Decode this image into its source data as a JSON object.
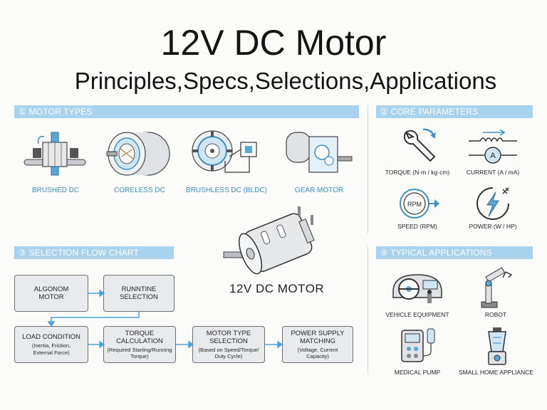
{
  "title": "12V DC Motor",
  "subtitle": "Principles,Specs,Selections,Applications",
  "motor_types": {
    "header": "① MOTOR TYPES",
    "items": [
      {
        "label": "BRUSHED DC",
        "icon": "brushed-dc-rotor-icon"
      },
      {
        "label": "CORELESS DC",
        "icon": "coreless-motor-icon"
      },
      {
        "label": "BRUSHLESS DC (BLDC)",
        "icon": "bldc-motor-icon"
      },
      {
        "label": "GEAR MOTOR",
        "icon": "gear-motor-icon"
      }
    ]
  },
  "core_parameters": {
    "header": "② CORE PARAMETERS",
    "items": [
      {
        "label": "TORQUE (N·m / kg·cm)",
        "icon": "wrench-icon"
      },
      {
        "label": "CURRENT (A / mA)",
        "icon": "ammeter-icon",
        "glyph": "A"
      },
      {
        "label": "SPEED (RPM)",
        "icon": "rpm-gauge-icon",
        "glyph": "RPM"
      },
      {
        "label": "POWER (W / HP)",
        "icon": "power-lightning-icon"
      }
    ]
  },
  "center": {
    "label": "12V DC MOTOR",
    "icon": "dc-motor-icon"
  },
  "selection_flow": {
    "header": "③ SELECTION FLOW CHART",
    "boxes": [
      {
        "title": "ALGONOM\nMOTOR",
        "sub": ""
      },
      {
        "title": "RUNNTINE\nSELECTION",
        "sub": ""
      },
      {
        "title": "LOAD CONDITION",
        "sub": "(Inertia, Friction,\nExternal Force)"
      },
      {
        "title": "TORQUE\nCALCULATION",
        "sub": "(Required Starting/Running\nTorque)"
      },
      {
        "title": "MOTOR TYPE\nSELECTION",
        "sub": "(Based on Speed/Torque/\nDuty Cycle)"
      },
      {
        "title": "POWER SUPPLY\nMATCHING",
        "sub": "(Voltage, Current\nCapacity)"
      }
    ]
  },
  "applications": {
    "header": "④ TYPICAL APPLICATIONS",
    "items": [
      {
        "label": "VEHICLE EQUIPMENT",
        "icon": "vehicle-dashboard-icon"
      },
      {
        "label": "ROBOT",
        "icon": "robot-arm-icon"
      },
      {
        "label": "MEDICAL PUMP",
        "icon": "infusion-pump-icon"
      },
      {
        "label": "SMALL HOME APPLIANCE",
        "icon": "blender-icon"
      }
    ]
  },
  "colors": {
    "header_bg": "#a9d3ec",
    "accent_blue": "#3d8fc6",
    "box_fill": "#e9eaeb",
    "box_border": "#6b7075"
  }
}
